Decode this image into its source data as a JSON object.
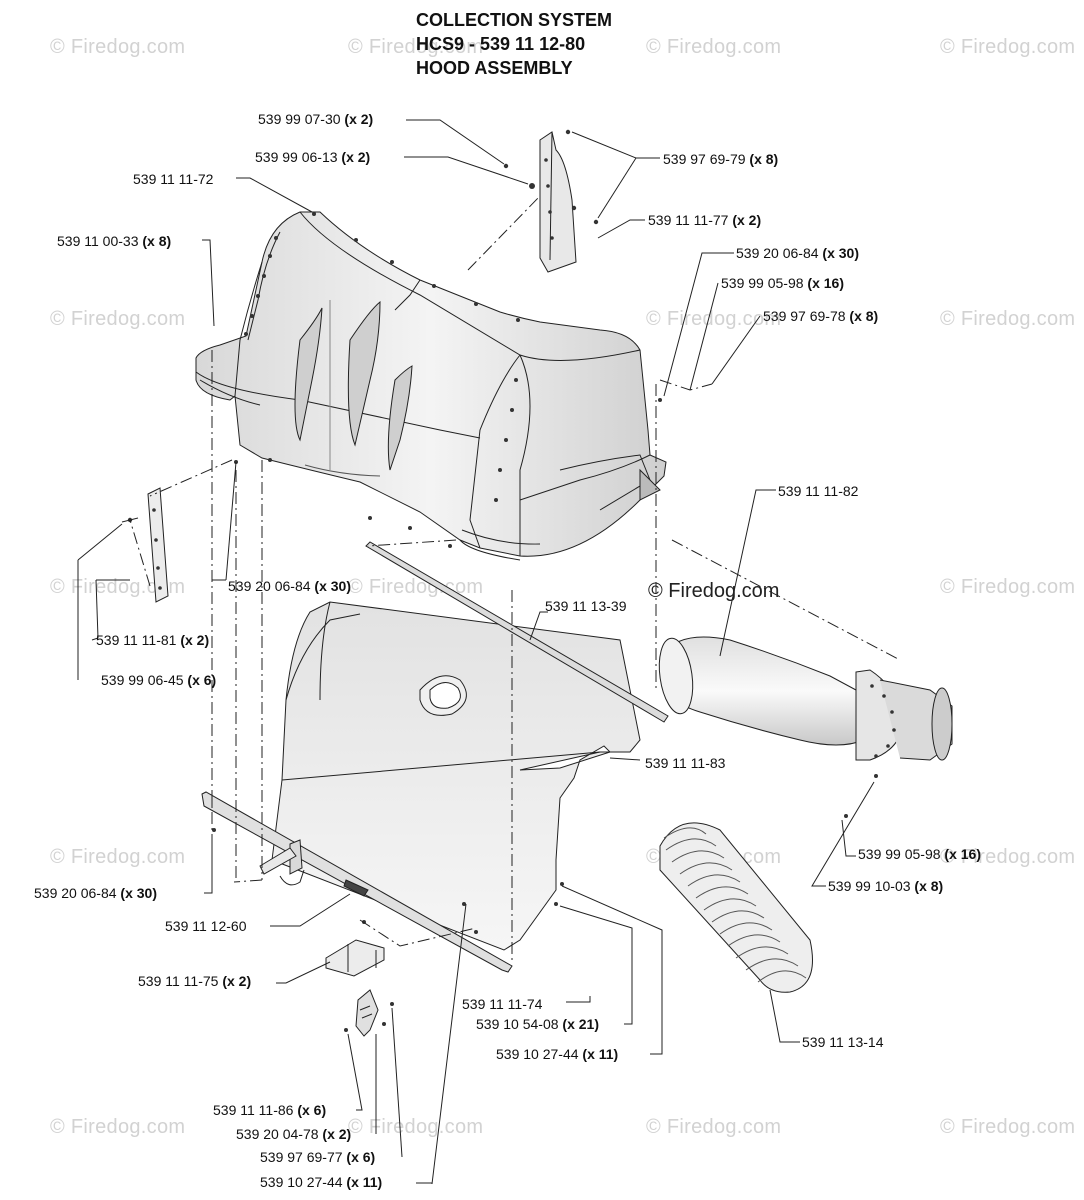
{
  "title": {
    "line1": "COLLECTION SYSTEM",
    "line2": "HCS9 - 539 11 12-80",
    "line3": "HOOD ASSEMBLY"
  },
  "watermark": {
    "text": "© Firedog.com",
    "center_text": "© Firedog.com"
  },
  "parts": [
    {
      "id": "p1",
      "number": "539 99 07-30",
      "qty": "(x 2)"
    },
    {
      "id": "p2",
      "number": "539 99 06-13",
      "qty": "(x 2)"
    },
    {
      "id": "p3",
      "number": "539 97 69-79",
      "qty": "(x 8)"
    },
    {
      "id": "p4",
      "number": "539 11 11-72",
      "qty": ""
    },
    {
      "id": "p5",
      "number": "539 11 11-77",
      "qty": "(x 2)"
    },
    {
      "id": "p6",
      "number": "539 11 00-33",
      "qty": "(x 8)"
    },
    {
      "id": "p7",
      "number": "539 20 06-84",
      "qty": "(x 30)"
    },
    {
      "id": "p8",
      "number": "539 99 05-98",
      "qty": "(x 16)"
    },
    {
      "id": "p9",
      "number": "539 97 69-78",
      "qty": "(x 8)"
    },
    {
      "id": "p10",
      "number": "539 11 11-82",
      "qty": ""
    },
    {
      "id": "p11",
      "number": "539 20 06-84",
      "qty": "(x 30)"
    },
    {
      "id": "p12",
      "number": "539 11 13-39",
      "qty": ""
    },
    {
      "id": "p13",
      "number": "539 11 11-81",
      "qty": "(x 2)"
    },
    {
      "id": "p14",
      "number": "539 99 06-45",
      "qty": "(x 6)"
    },
    {
      "id": "p15",
      "number": "539 11 11-83",
      "qty": ""
    },
    {
      "id": "p16",
      "number": "539 99 05-98",
      "qty": "(x 16)"
    },
    {
      "id": "p17",
      "number": "539 20 06-84",
      "qty": "(x 30)"
    },
    {
      "id": "p18",
      "number": "539 99 10-03",
      "qty": "(x 8)"
    },
    {
      "id": "p19",
      "number": "539 11 12-60",
      "qty": ""
    },
    {
      "id": "p20",
      "number": "539 11 11-75",
      "qty": "(x 2)"
    },
    {
      "id": "p21",
      "number": "539 11 11-74",
      "qty": ""
    },
    {
      "id": "p22",
      "number": "539 10 54-08",
      "qty": "(x 21)"
    },
    {
      "id": "p23",
      "number": "539 10 27-44",
      "qty": "(x 11)"
    },
    {
      "id": "p24",
      "number": "539 11 13-14",
      "qty": ""
    },
    {
      "id": "p25",
      "number": "539 11 11-86",
      "qty": "(x 6)"
    },
    {
      "id": "p26",
      "number": "539 20 04-78",
      "qty": "(x 2)"
    },
    {
      "id": "p27",
      "number": "539 97 69-77",
      "qty": "(x 6)"
    },
    {
      "id": "p28",
      "number": "539 10 27-44",
      "qty": "(x 11)"
    }
  ]
}
